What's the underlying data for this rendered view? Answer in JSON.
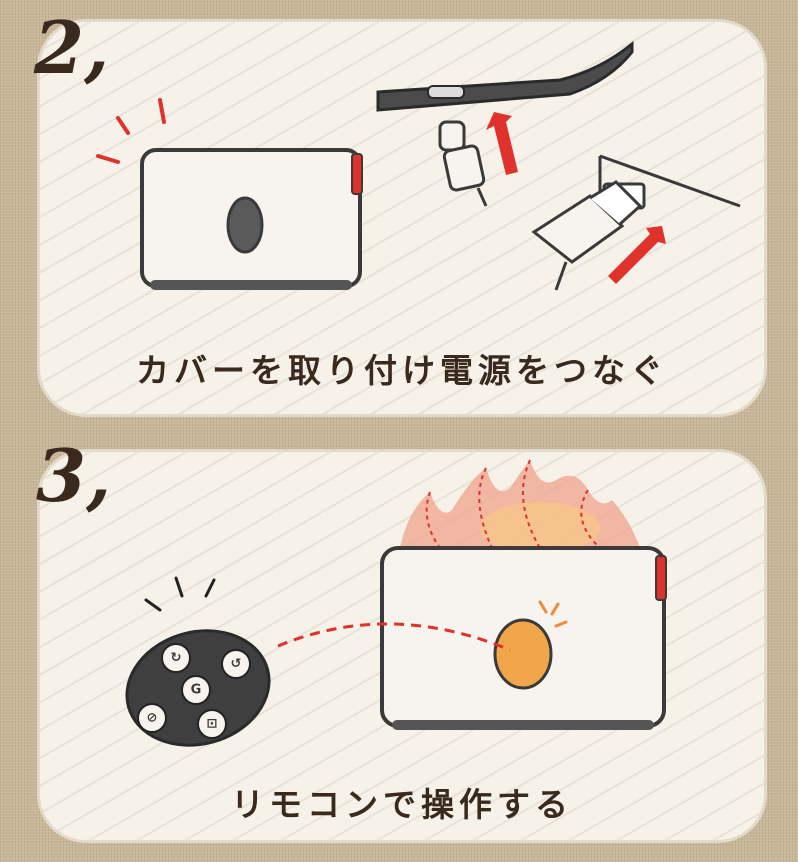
{
  "steps": [
    {
      "number": "2,",
      "caption": "カバーを取り付け電源をつなぐ"
    },
    {
      "number": "3,",
      "caption": "リモコンで操作する"
    }
  ],
  "remote": {
    "buttons": [
      "↻",
      "↺",
      "G",
      "⊘",
      "⊡"
    ]
  },
  "colors": {
    "background": "#c9b79a",
    "panel": "#f6f2ea",
    "ink": "#3a2a1e",
    "accent_red": "#e0322c",
    "flame": "#f0a38a",
    "led_orange": "#f2a64a"
  }
}
